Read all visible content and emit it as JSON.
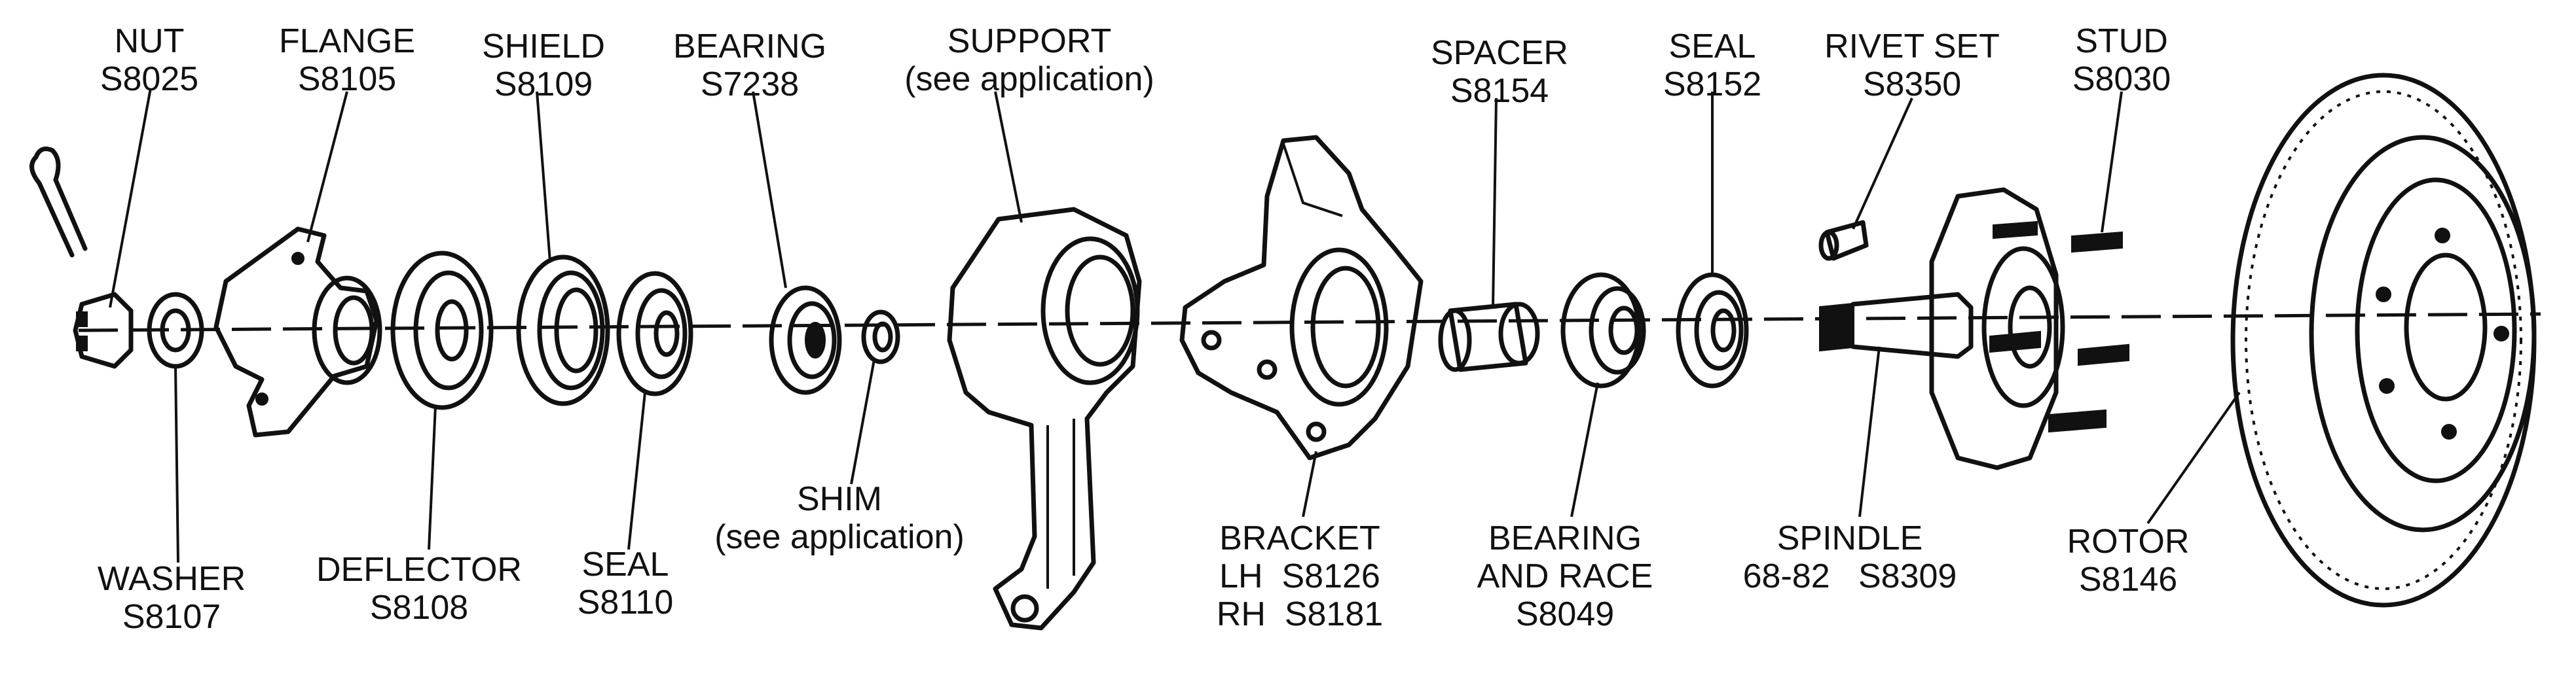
{
  "parts": [
    {
      "id": "nut",
      "name": "NUT",
      "lines": [
        "S8025"
      ]
    },
    {
      "id": "washer",
      "name": "WASHER",
      "lines": [
        "S8107"
      ]
    },
    {
      "id": "flange",
      "name": "FLANGE",
      "lines": [
        "S8105"
      ]
    },
    {
      "id": "deflector",
      "name": "DEFLECTOR",
      "lines": [
        "S8108"
      ]
    },
    {
      "id": "shield",
      "name": "SHIELD",
      "lines": [
        "S8109"
      ]
    },
    {
      "id": "seal-outer",
      "name": "SEAL",
      "lines": [
        "S8110"
      ]
    },
    {
      "id": "bearing",
      "name": "BEARING",
      "lines": [
        "S7238"
      ]
    },
    {
      "id": "shim",
      "name": "SHIM",
      "lines": [
        "(see application)"
      ]
    },
    {
      "id": "support",
      "name": "SUPPORT",
      "lines": [
        "(see application)"
      ]
    },
    {
      "id": "bracket",
      "name": "BRACKET",
      "lines": [
        "LH  S8126",
        "RH  S8181"
      ]
    },
    {
      "id": "spacer",
      "name": "SPACER",
      "lines": [
        "S8154"
      ]
    },
    {
      "id": "bearing-race",
      "name": "BEARING",
      "lines": [
        "AND RACE",
        "S8049"
      ]
    },
    {
      "id": "seal-inner",
      "name": "SEAL",
      "lines": [
        "S8152"
      ]
    },
    {
      "id": "rivet-set",
      "name": "RIVET SET",
      "lines": [
        "S8350"
      ]
    },
    {
      "id": "spindle",
      "name": "SPINDLE",
      "lines": [
        "68-82   S8309"
      ]
    },
    {
      "id": "stud",
      "name": "STUD",
      "lines": [
        "S8030"
      ]
    },
    {
      "id": "rotor",
      "name": "ROTOR",
      "lines": [
        "S8146"
      ]
    }
  ]
}
